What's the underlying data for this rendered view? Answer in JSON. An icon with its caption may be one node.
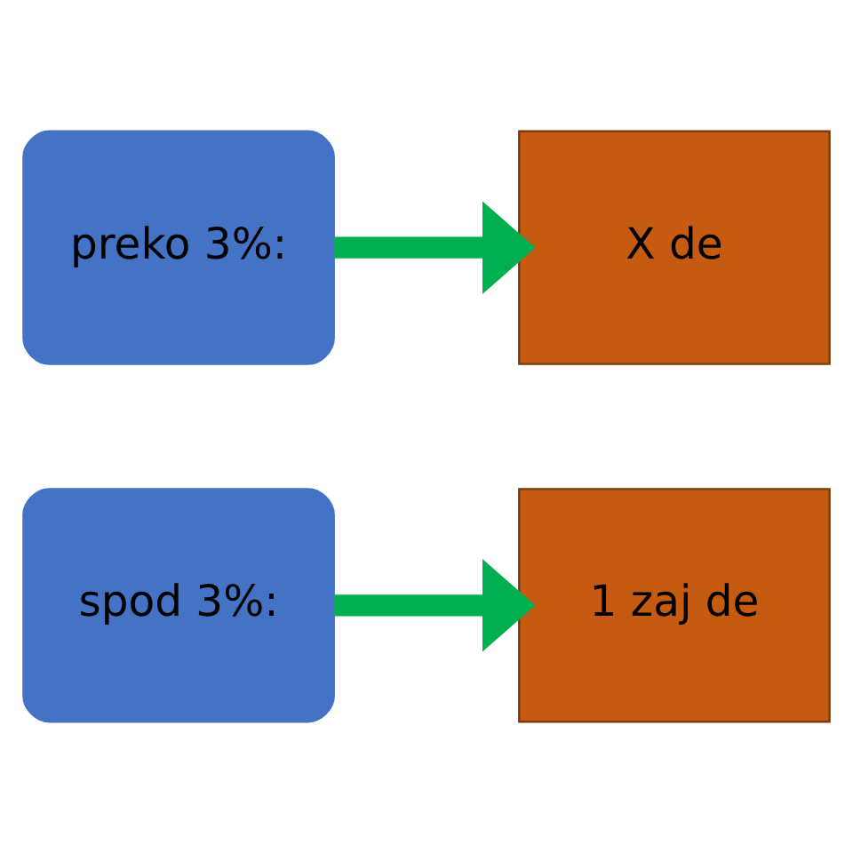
{
  "diagram": {
    "nodes": [
      {
        "text": [
          "preko 3%:"
        ]
      },
      {
        "text": [
          "X de"
        ]
      },
      {
        "text": [
          "spod 3%:"
        ]
      },
      {
        "text": [
          "1 zaj de"
        ]
      }
    ],
    "edges": [
      {
        "from": 0,
        "to": 1,
        "arrow": "to"
      },
      {
        "from": 2,
        "to": 3,
        "arrow": "to"
      }
    ]
  }
}
